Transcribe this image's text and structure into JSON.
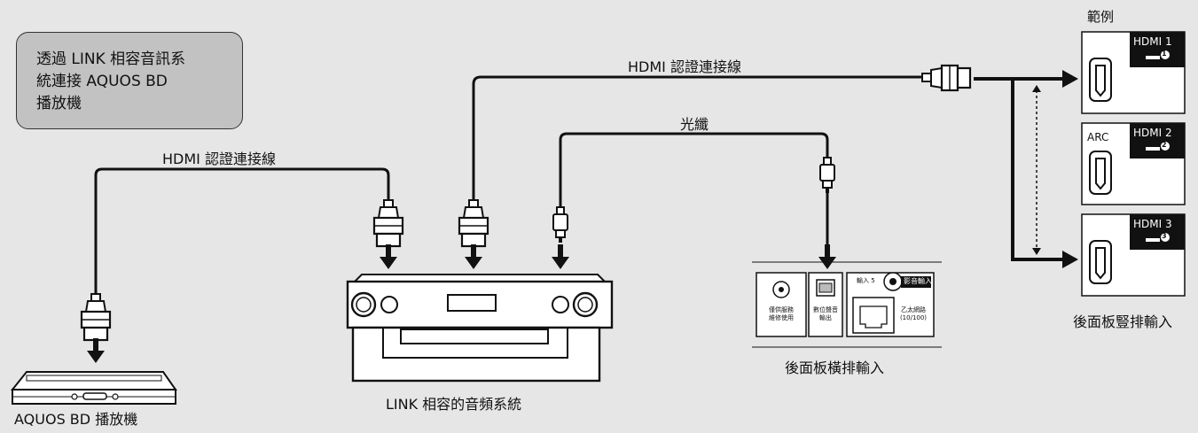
{
  "note": {
    "lines": [
      "透過 LINK 相容音訊系",
      "統連接 AQUOS BD",
      "播放機"
    ]
  },
  "cables": {
    "hdmi_left": "HDMI  認證連接線",
    "hdmi_top": "HDMI  認證連接線",
    "optical": "光纖"
  },
  "devices": {
    "bd_player": "AQUOS BD 播放機",
    "audio_system": "LINK 相容的音頻系統",
    "horizontal_panel_caption": "後面板橫排輸入"
  },
  "panel_labels": {
    "av_in": "影音輸入",
    "input5": "輸入 5",
    "service": "僅供服務\n維修使用",
    "digital_audio": "數位聲音\n輸出",
    "ethernet": "乙太網路\n(10/100)"
  },
  "example": {
    "title": "範例",
    "caption": "後面板豎排輸入",
    "ports": [
      {
        "name": "HDMI 1",
        "num": "1",
        "extra": ""
      },
      {
        "name": "HDMI 2",
        "num": "2",
        "extra": "ARC"
      },
      {
        "name": "HDMI 3",
        "num": "3",
        "extra": ""
      }
    ]
  },
  "colors": {
    "background": "#e6e6e6",
    "note_fill": "#c2c2c2",
    "line": "#111111"
  }
}
